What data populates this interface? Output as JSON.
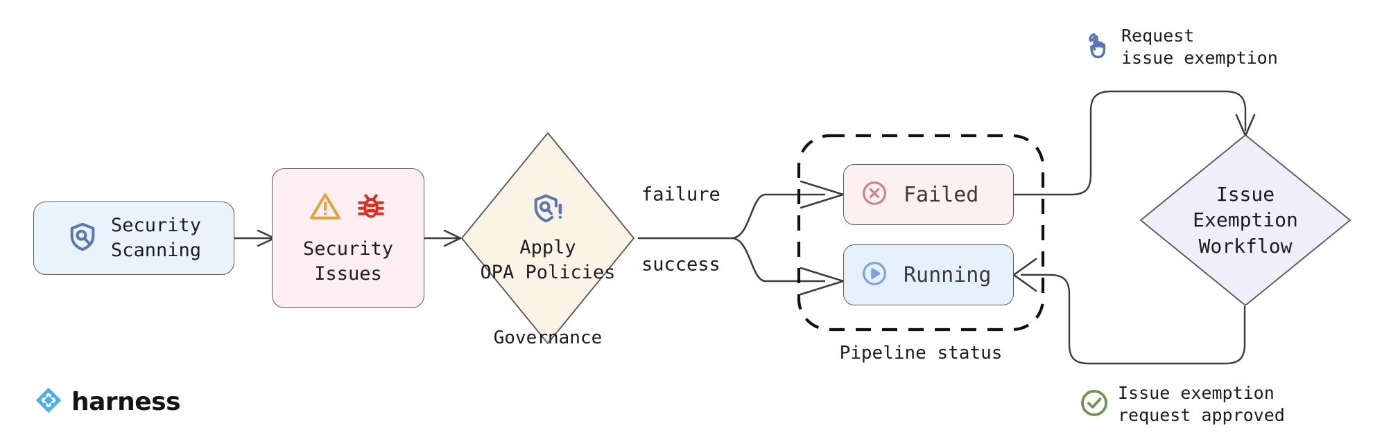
{
  "diagram": {
    "title": "Security scanning governance and issue exemption flow",
    "background": "#ffffff"
  },
  "nodes": {
    "security_scanning": {
      "label": "Security\nScanning",
      "icon": "shield-search-icon",
      "fill": "#eaf3fb",
      "stroke": "#5a5a5a",
      "icon_color": "#5a78ad"
    },
    "security_issues": {
      "label": "Security\nIssues",
      "icons": [
        "warning-triangle-icon",
        "bug-icon"
      ],
      "fill": "#fdeef3",
      "stroke": "#5a5a5a",
      "warning_color": "#e0a33e",
      "bug_color": "#d72f21"
    },
    "apply_opa_policies": {
      "label": "Apply\nOPA Policies",
      "icon": "shield-alert-icon",
      "fill": "#fcf3e7",
      "stroke": "#5a5a5a",
      "icon_color": "#5a78ad",
      "caption": "Governance"
    },
    "pipeline_status": {
      "caption": "Pipeline status",
      "border_style": "dashed",
      "items": [
        {
          "label": "Failed",
          "icon": "x-circle-icon",
          "fill": "#fdf0f0",
          "icon_color": "#cd8282"
        },
        {
          "label": "Running",
          "icon": "play-circle-icon",
          "fill": "#e6f0fb",
          "icon_color": "#7ba2dd"
        }
      ]
    },
    "issue_exemption_workflow": {
      "label": "Issue\nExemption\nWorkflow",
      "fill": "#f1eefb",
      "stroke": "#5a5a5a"
    }
  },
  "edge_labels": {
    "failure": "failure",
    "success": "success"
  },
  "annotations": {
    "request_exemption": {
      "text": "Request\nissue exemption",
      "icon": "hand-click-icon",
      "icon_color": "#5a78ad"
    },
    "request_approved": {
      "text": "Issue exemption\nrequest approved",
      "icon": "check-circle-icon",
      "icon_color": "#6f9456"
    }
  },
  "branding": {
    "name": "harness",
    "logo_color": "#4cb0e8",
    "text_color": "#141414"
  }
}
